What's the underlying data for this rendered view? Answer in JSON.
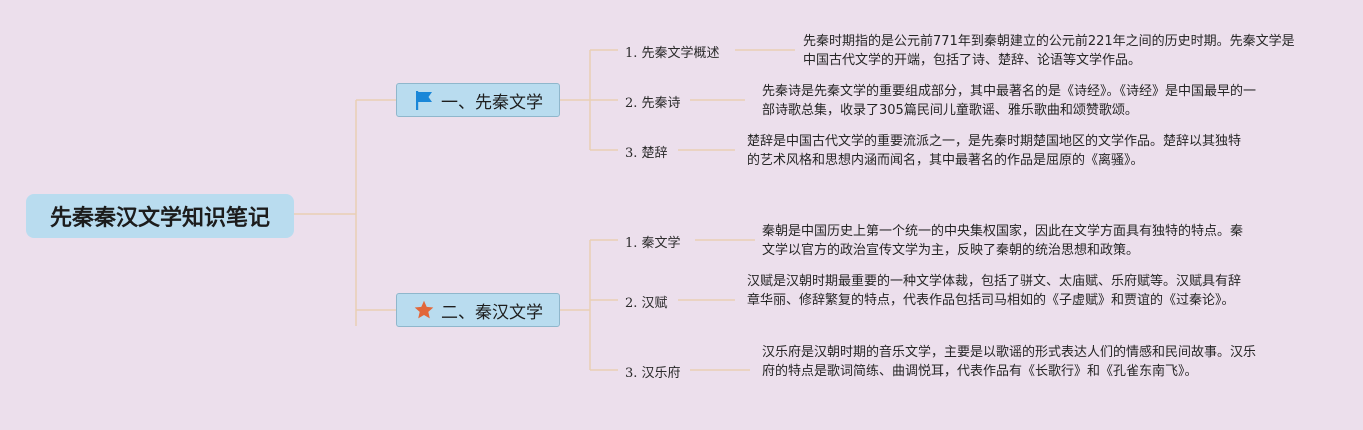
{
  "root": {
    "title": "先秦秦汉文学知识笔记"
  },
  "branches": [
    {
      "label": "一、先秦文学",
      "icon": "flag-icon",
      "icon_color": "#1a87d8",
      "topics": [
        {
          "title": "1. 先秦文学概述",
          "desc": "先秦时期指的是公元前771年到秦朝建立的公元前221年之间的历史时期。先秦文学是中国古代文学的开端，包括了诗、楚辞、论语等文学作品。"
        },
        {
          "title": "2. 先秦诗",
          "desc": "先秦诗是先秦文学的重要组成部分，其中最著名的是《诗经》。《诗经》是中国最早的一部诗歌总集，收录了305篇民间儿童歌谣、雅乐歌曲和颂赞歌颂。"
        },
        {
          "title": "3. 楚辞",
          "desc": "楚辞是中国古代文学的重要流派之一，是先秦时期楚国地区的文学作品。楚辞以其独特的艺术风格和思想内涵而闻名，其中最著名的作品是屈原的《离骚》。"
        }
      ]
    },
    {
      "label": "二、秦汉文学",
      "icon": "star-icon",
      "icon_color": "#e2673a",
      "topics": [
        {
          "title": "1. 秦文学",
          "desc": "秦朝是中国历史上第一个统一的中央集权国家，因此在文学方面具有独特的特点。秦文学以官方的政治宣传文学为主，反映了秦朝的统治思想和政策。"
        },
        {
          "title": "2. 汉赋",
          "desc": "汉赋是汉朝时期最重要的一种文学体裁，包括了骈文、太庙赋、乐府赋等。汉赋具有辞章华丽、修辞繁复的特点，代表作品包括司马相如的《子虚赋》和贾谊的《过秦论》。"
        },
        {
          "title": "3. 汉乐府",
          "desc": "汉乐府是汉朝时期的音乐文学，主要是以歌谣的形式表达人们的情感和民间故事。汉乐府的特点是歌词简练、曲调悦耳，代表作品有《长歌行》和《孔雀东南飞》。"
        }
      ]
    }
  ],
  "colors": {
    "background": "#ecdfec",
    "node_fill": "#b9dcef",
    "connector": "#e9cfb4"
  }
}
